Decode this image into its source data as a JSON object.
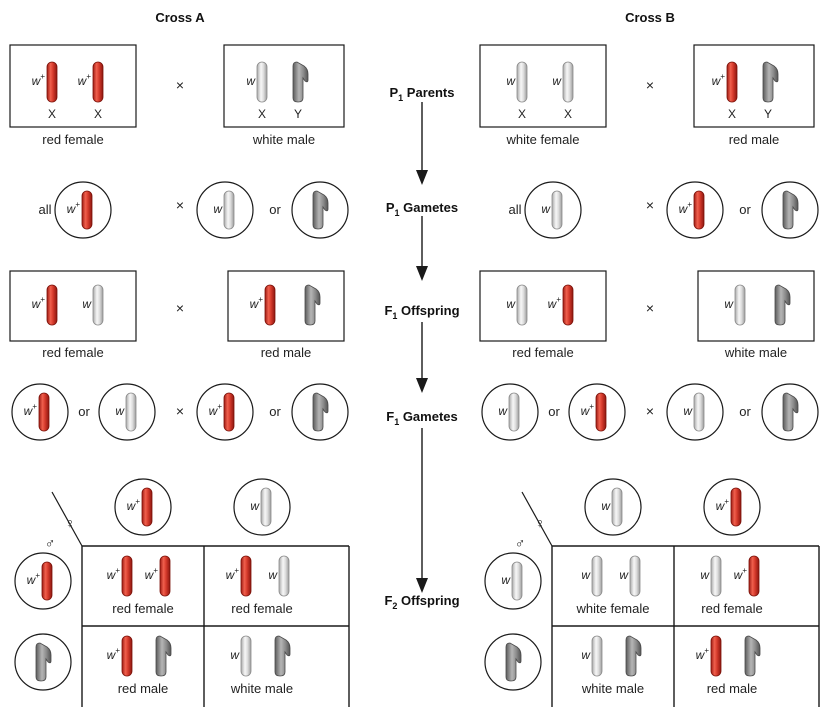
{
  "headers": {
    "cross_a": "Cross A",
    "cross_b": "Cross B"
  },
  "stages": {
    "p1_parents": {
      "letter": "P",
      "sub": "1",
      "text": " Parents"
    },
    "p1_gametes": {
      "letter": "P",
      "sub": "1",
      "text": " Gametes"
    },
    "f1_offspring": {
      "letter": "F",
      "sub": "1",
      "text": " Offspring"
    },
    "f1_gametes": {
      "letter": "F",
      "sub": "1",
      "text": " Gametes"
    },
    "f2_offspring": {
      "letter": "F",
      "sub": "2",
      "text": " Offspring"
    }
  },
  "symbols": {
    "cross": "×",
    "or": "or",
    "all": "all",
    "female": "♀",
    "male": "♂"
  },
  "alleles": {
    "red": "w",
    "red_sup": "+",
    "white": "w"
  },
  "chromosome_labels": {
    "x": "X",
    "y": "Y"
  },
  "cross_a": {
    "p1_female": "red female",
    "p1_male": "white male",
    "f1_female": "red female",
    "f1_male": "red male",
    "f2": [
      "red female",
      "red female",
      "red male",
      "white male"
    ]
  },
  "cross_b": {
    "p1_female": "white female",
    "p1_male": "red male",
    "f1_female": "red female",
    "f1_male": "white male",
    "f2": [
      "white female",
      "red female",
      "white male",
      "red male"
    ]
  },
  "colors": {
    "red_chromosome": "#d63a2c",
    "white_chromosome": "#d9d9d9",
    "y_chromosome": "#8a8a8a",
    "line": "#1a1a1a"
  }
}
